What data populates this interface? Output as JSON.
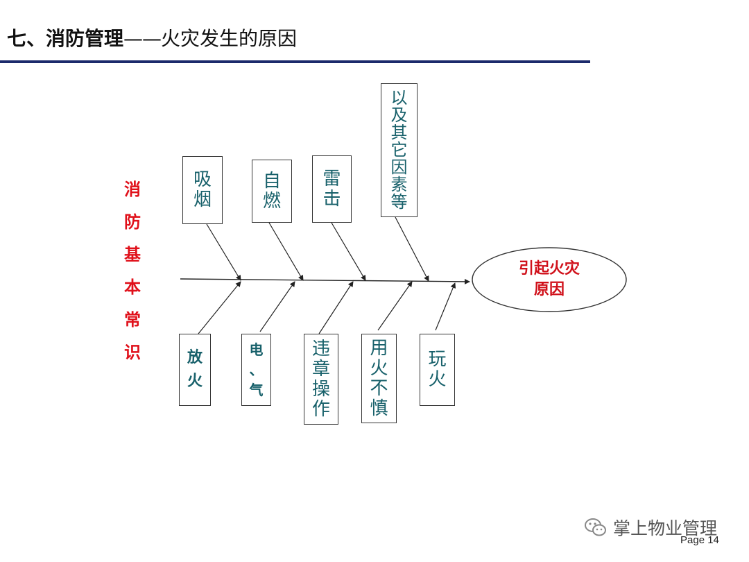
{
  "title": {
    "main": "七、消防管理",
    "dash": "——",
    "sub": "火灾发生的原因"
  },
  "side_label": [
    "消",
    "防",
    "基",
    "本",
    "常",
    "识"
  ],
  "top_causes": [
    [
      "吸",
      "烟"
    ],
    [
      "自",
      "燃"
    ],
    [
      "雷",
      "击"
    ],
    [
      "以",
      "及",
      "其",
      "它",
      "因",
      "素",
      "等"
    ]
  ],
  "bottom_causes": [
    [
      "放",
      "火"
    ],
    [
      "电",
      "、",
      "气"
    ],
    [
      "违",
      "章",
      "操",
      "作"
    ],
    [
      "用",
      "火",
      "不",
      "慎"
    ],
    [
      "玩",
      "火"
    ]
  ],
  "result": {
    "line1": "引起火灾",
    "line2": "原因"
  },
  "footer": {
    "brand": "掌上物业管理",
    "page": "Page 14"
  },
  "colors": {
    "title_rule": "#1b2a6b",
    "side_label": "#e0101a",
    "cause_text": "#17606a",
    "result_text": "#d0101a"
  }
}
